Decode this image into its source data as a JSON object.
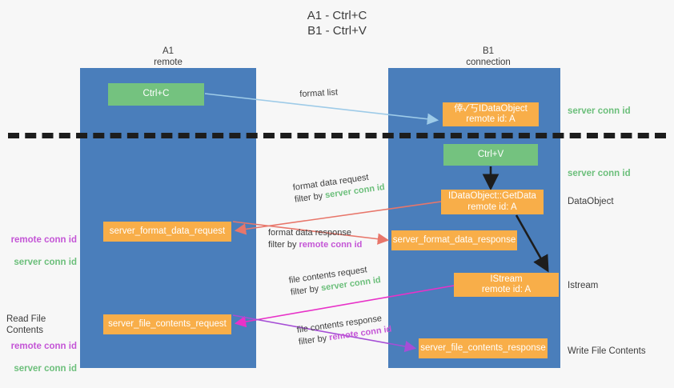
{
  "title": "A1 - Ctrl+C\nB1 - Ctrl+V",
  "columns": {
    "left": "A1\nremote",
    "right": "B1\nconnection"
  },
  "nodes": {
    "ctrl_c": "Ctrl+C",
    "idataobject": "倖✓丂IDataObject\nremote id: A",
    "ctrl_v": "Ctrl+V",
    "getdata": "IDataObject::GetData\nremote id: A",
    "server_format_data_request": "server_format_data_request",
    "server_format_data_response": "server_format_data_response",
    "istream": "IStream\nremote id: A",
    "server_file_contents_request": "server_file_contents_request",
    "server_file_contents_response": "server_file_contents_response"
  },
  "side_labels": {
    "server_conn_id_top": "server conn id",
    "server_conn_id_mid": "server conn id",
    "dataobject": "DataObject",
    "istream": "Istream",
    "write_file_contents": "Write File Contents",
    "read_file_contents": "Read File Contents",
    "remote_conn_id": "remote conn id",
    "server_conn_id": "server conn id"
  },
  "captions": {
    "format_list": "format list",
    "format_data_request": "format data request",
    "format_data_request_filter_prefix": "filter by ",
    "format_data_request_filter_value": "server conn id",
    "format_data_response": "format data response",
    "format_data_response_filter_prefix": "filter by ",
    "format_data_response_filter_value": "remote conn id",
    "file_contents_request": "file contents request",
    "file_contents_request_filter_prefix": "filter by ",
    "file_contents_request_filter_value": "server conn id",
    "file_contents_response": "file contents response",
    "file_contents_response_filter_prefix": "filter by ",
    "file_contents_response_filter_value": "remote conn id"
  },
  "colors": {
    "lane": "#4a7ebb",
    "green_box": "#74c27f",
    "orange_box": "#f8ae49",
    "green_text": "#6cbf7b",
    "purple_text": "#c455d6",
    "arrow_blue": "#9ecbe8",
    "arrow_red": "#e8766a",
    "arrow_black": "#1d1d1d",
    "arrow_magenta": "#e832c8",
    "arrow_purple": "#a64ed6",
    "background": "#f7f7f7"
  }
}
